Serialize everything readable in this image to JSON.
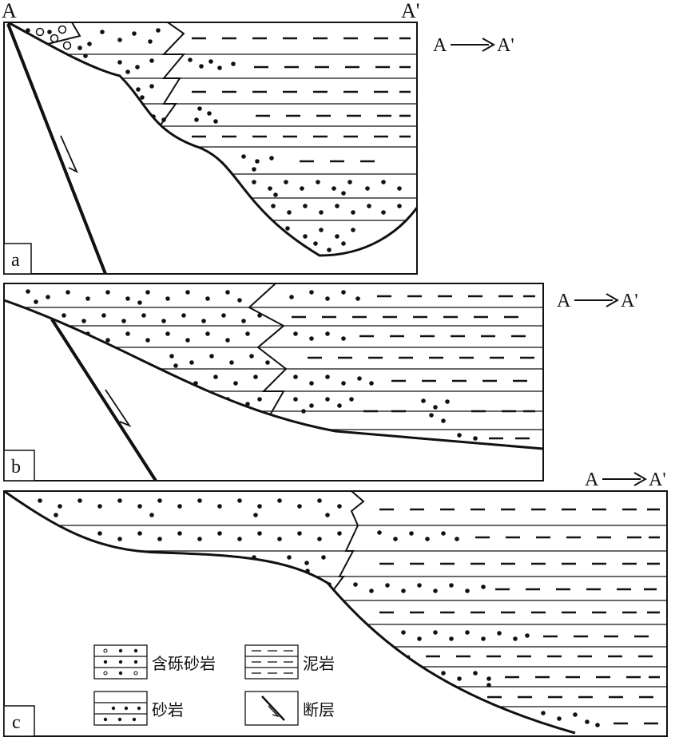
{
  "panels": {
    "a": {
      "label": "a",
      "start_label": "A",
      "end_label": "A'",
      "direction": {
        "from": "A",
        "to": "A'"
      }
    },
    "b": {
      "label": "b",
      "direction": {
        "from": "A",
        "to": "A'"
      }
    },
    "c": {
      "label": "c",
      "direction": {
        "from": "A",
        "to": "A'"
      }
    }
  },
  "legend": {
    "items": [
      {
        "key": "pebbly-sandstone",
        "label": "含砾砂岩"
      },
      {
        "key": "mudstone",
        "label": "泥岩"
      },
      {
        "key": "sandstone",
        "label": "砂岩"
      },
      {
        "key": "fault",
        "label": "断层"
      }
    ]
  },
  "colors": {
    "ink": "#111111",
    "background": "#ffffff"
  }
}
